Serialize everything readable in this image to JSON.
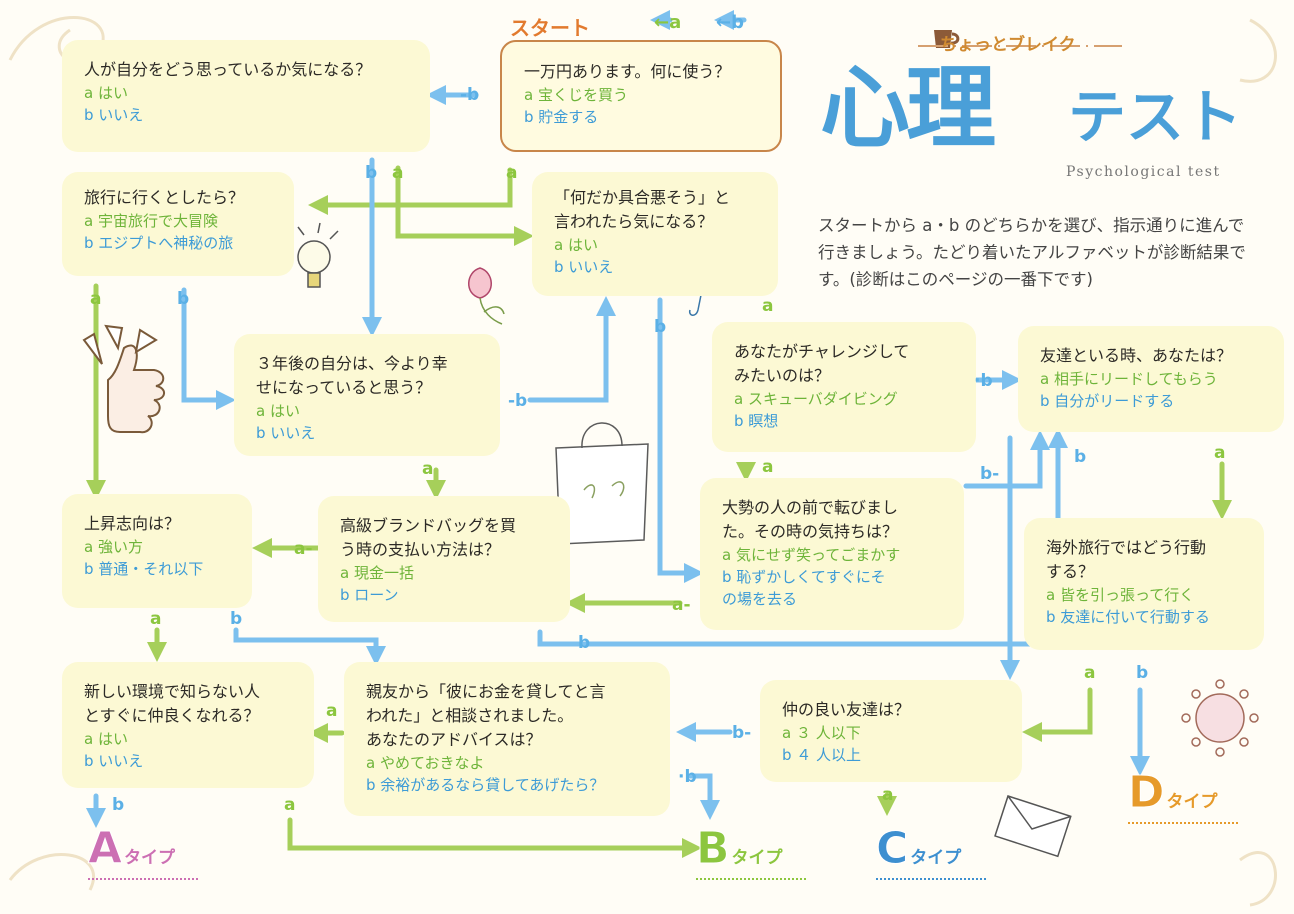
{
  "header": {
    "start_label": "スタート",
    "start_a": "←a",
    "start_b": "←b",
    "break_label": "ちょっとブレイク",
    "title": "心理",
    "title_katakana": "テスト",
    "title_en": "Psychological test",
    "instructions": "スタートから a・b のどちらかを選び、指示通りに進んで行きましょう。たどり着いたアルファベットが診断結果です。(診断はこのページの一番下です)"
  },
  "questions": {
    "q_start": {
      "question": "一万円あります。何に使う？",
      "a": "a 宝くじを買う",
      "b": "b 貯金する"
    },
    "q_care": {
      "question": "人が自分をどう思っているか気になる？",
      "a": "a はい",
      "b": "b いいえ"
    },
    "q_travel": {
      "question": "旅行に行くとしたら？",
      "a": "a 宇宙旅行で大冒険",
      "b": "b エジプトへ神秘の旅"
    },
    "q_sick": {
      "question": "「何だか具合悪そう」と\n言われたら気になる？",
      "a": "a はい",
      "b": "b いいえ"
    },
    "q_future": {
      "question": "３年後の自分は、今より幸\nせになっていると思う？",
      "a": "a はい",
      "b": "b いいえ"
    },
    "q_challenge": {
      "question": "あなたがチャレンジして\nみたいのは？",
      "a": "a スキューバダイビング",
      "b": "b 瞑想"
    },
    "q_friends_lead": {
      "question": "友達といる時、あなたは？",
      "a": "a 相手にリードしてもらう",
      "b": "b 自分がリードする"
    },
    "q_ambition": {
      "question": "上昇志向は？",
      "a": "a 強い方",
      "b": "b 普通・それ以下"
    },
    "q_brand_bag": {
      "question": "高級ブランドバッグを買\nう時の支払い方法は？",
      "a": "a 現金一括",
      "b": "b ローン"
    },
    "q_fall": {
      "question": "大勢の人の前で転びまし\nた。その時の気持ちは？",
      "a": "a 気にせず笑ってごまかす",
      "b": "b 恥ずかしくてすぐにそ\nの場を去る"
    },
    "q_overseas": {
      "question": "海外旅行ではどう行動\nする？",
      "a": "a 皆を引っ張って行く",
      "b": "b 友達に付いて行動する"
    },
    "q_new_env": {
      "question": "新しい環境で知らない人\nとすぐに仲良くなれる？",
      "a": "a はい",
      "b": "b いいえ"
    },
    "q_lend": {
      "question": "親友から「彼にお金を貸してと言\nわれた」と相談されました。\nあなたのアドバイスは？",
      "a": "a やめておきなよ",
      "b": "b 余裕があるなら貸してあげたら？"
    },
    "q_close_friends": {
      "question": "仲の良い友達は？",
      "a": "a ３ 人以下",
      "b": "b ４ 人以上"
    }
  },
  "arrow_labels": {
    "a": "a",
    "b": "b",
    "a_dash": "a-",
    "b_dash": "b-",
    "dash_b": "-b",
    "dot_b": "·b"
  },
  "results": {
    "A": {
      "letter": "A",
      "suffix": "タイプ",
      "color": "#cc6fb3"
    },
    "B": {
      "letter": "B",
      "suffix": "タイプ",
      "color": "#8cc63f"
    },
    "C": {
      "letter": "C",
      "suffix": "タイプ",
      "color": "#3d8fd0"
    },
    "D": {
      "letter": "D",
      "suffix": "タイプ",
      "color": "#e69a2a"
    }
  },
  "colors": {
    "a_path": "#a6cf5a",
    "b_path": "#7cc0ee",
    "box": "#fcf9d4",
    "start_border": "#c8864a"
  },
  "icons": [
    "cup-icon",
    "lightbulb-icon",
    "flower-icon",
    "umbrella-icon",
    "thumbs-up-icon",
    "shopping-bag-icon",
    "sun-icon",
    "envelope-icon"
  ]
}
